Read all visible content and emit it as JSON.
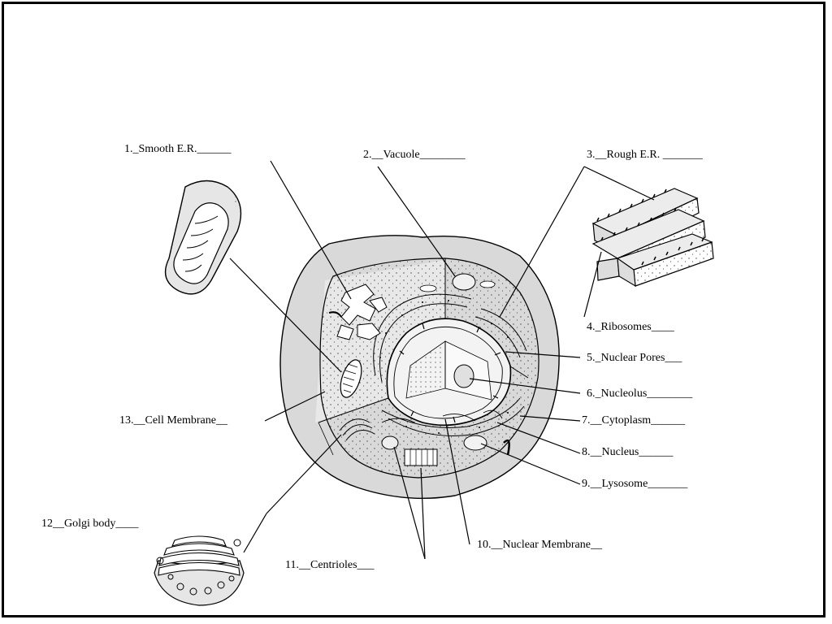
{
  "labels": {
    "smooth_er": "1._Smooth E.R.______",
    "vacuole": "2.__Vacuole________",
    "rough_er": "3.__Rough E.R. _______",
    "ribosomes": "4._Ribosomes____",
    "nuclear_pores": "5._Nuclear Pores___",
    "nucleolus": "6._Nucleolus________",
    "cytoplasm": "7.__Cytoplasm______",
    "nucleus": "8.__Nucleus______",
    "lysosome": "9.__Lysosome_______",
    "nuclear_membrane": "10.__Nuclear Membrane__",
    "centrioles": "11.__Centrioles___",
    "golgi_body": "12__Golgi body____",
    "cell_membrane": "13.__Cell Membrane__"
  }
}
